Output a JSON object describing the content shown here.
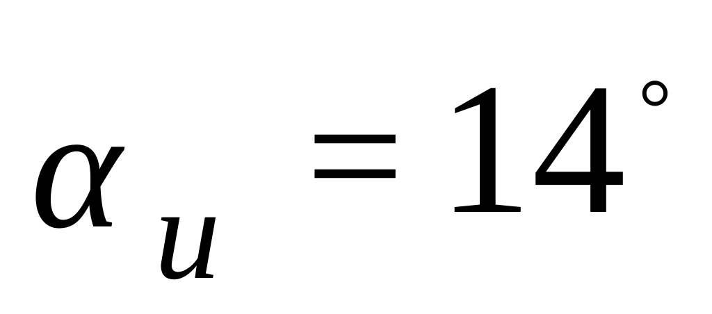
{
  "formula": {
    "symbol": "α",
    "subscript": "u",
    "operator": "=",
    "value": "14",
    "unit": "°"
  }
}
